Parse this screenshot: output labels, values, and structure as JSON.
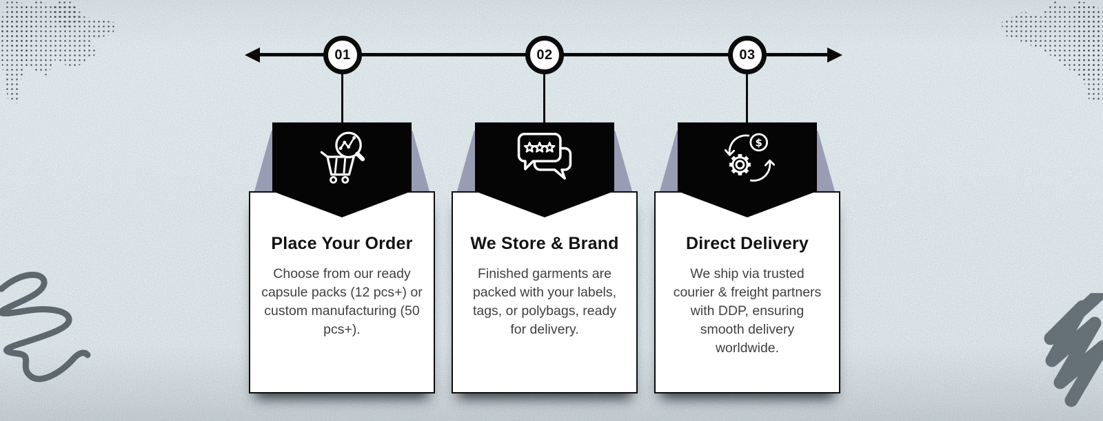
{
  "colors": {
    "background": "#cbd7dc",
    "card_background": "#ffffff",
    "card_border": "#0c0c0c",
    "banner_black": "#050505",
    "ribbon_fold_grey": "#999db3",
    "timeline_black": "#0a0a0a",
    "icon_stroke": "#ffffff",
    "title_text": "#121212",
    "body_text": "#3f3f3f",
    "map_dots": "#40464c",
    "scribble_grey": "#5d676e"
  },
  "timeline": {
    "steps": [
      "01",
      "02",
      "03"
    ]
  },
  "cards": [
    {
      "icon": "order-search-cart-icon",
      "title": "Place Your Order",
      "description_lines": [
        "Choose from our ready",
        "capsule packs (12 pcs+) or",
        "custom manufacturing (50",
        "pcs+)."
      ]
    },
    {
      "icon": "store-brand-review-bubbles-icon",
      "title": "We Store & Brand",
      "description_lines": [
        "Finished garments are",
        "packed with your labels,",
        "tags, or polybags, ready",
        "for delivery."
      ]
    },
    {
      "icon": "delivery-money-cycle-icon",
      "title": "Direct Delivery",
      "description_lines": [
        "We ship via trusted",
        "courier & freight partners",
        "with DDP, ensuring",
        "smooth delivery",
        "worldwide."
      ]
    }
  ],
  "icons": {
    "delivery_dollar_symbol": "$"
  }
}
